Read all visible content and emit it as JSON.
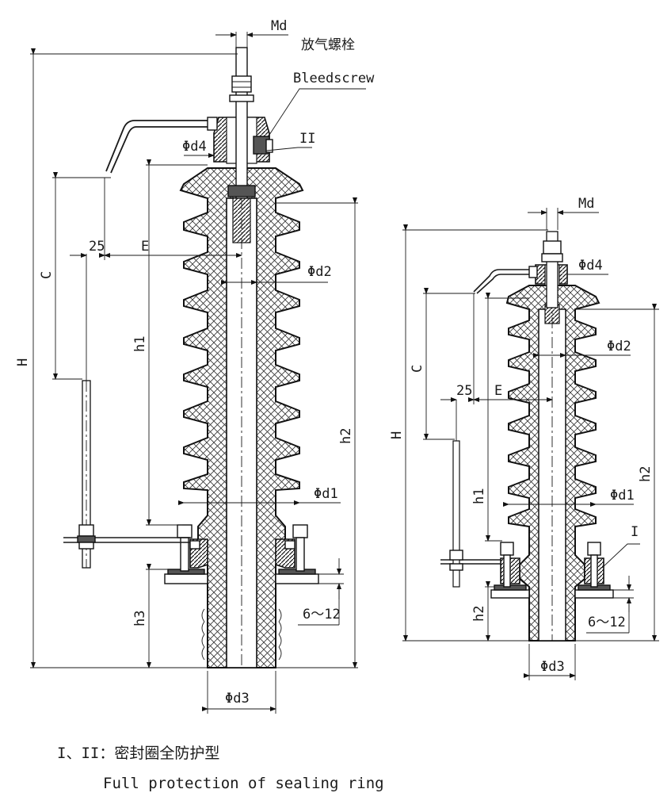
{
  "labels": {
    "md": "Md",
    "bleed_cn": "放气螺栓",
    "bleed_en": "Bleedscrew",
    "roman_2": "II",
    "roman_1": "I",
    "d4": "Φd4",
    "d2": "Φd2",
    "d1": "Φd1",
    "d3": "Φd3",
    "dim_25": "25",
    "E": "E",
    "C": "C",
    "H": "H",
    "h1": "h1",
    "h2": "h2",
    "h3": "h3",
    "gap": "6～12"
  },
  "notes": {
    "line1": "I、II：密封圈全防护型",
    "line2": "Full protection of sealing ring"
  },
  "colors": {
    "ink": "#1a1a1a",
    "paper": "#ffffff"
  }
}
